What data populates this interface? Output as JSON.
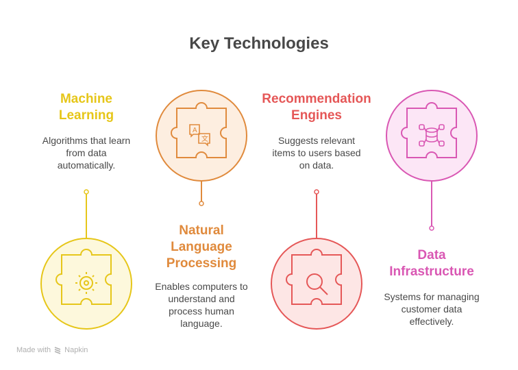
{
  "title": "Key Technologies",
  "items": [
    {
      "label_line1": "Machine",
      "label_line2": "Learning",
      "label_line3": "",
      "description_lines": [
        "Algorithms that learn",
        "from data",
        "automatically."
      ],
      "color": "#E6C619",
      "fill": "#FDF8DC",
      "icon": "gear-icon"
    },
    {
      "label_line1": "Natural",
      "label_line2": "Language",
      "label_line3": "Processing",
      "description_lines": [
        "Enables computers to",
        "understand and",
        "process human",
        "language."
      ],
      "color": "#E08A3C",
      "fill": "#FDEEE0",
      "icon": "translate-icon"
    },
    {
      "label_line1": "Recommendation",
      "label_line2": "Engines",
      "label_line3": "",
      "description_lines": [
        "Suggests relevant",
        "items to users based",
        "on data."
      ],
      "color": "#E55757",
      "fill": "#FDE6E5",
      "icon": "search-icon"
    },
    {
      "label_line1": "Data",
      "label_line2": "Infrastructure",
      "label_line3": "",
      "description_lines": [
        "Systems for managing",
        "customer data",
        "effectively."
      ],
      "color": "#D957B3",
      "fill": "#FCE6F6",
      "icon": "database-icon"
    }
  ],
  "footer": {
    "made_with": "Made with",
    "brand": "Napkin"
  }
}
